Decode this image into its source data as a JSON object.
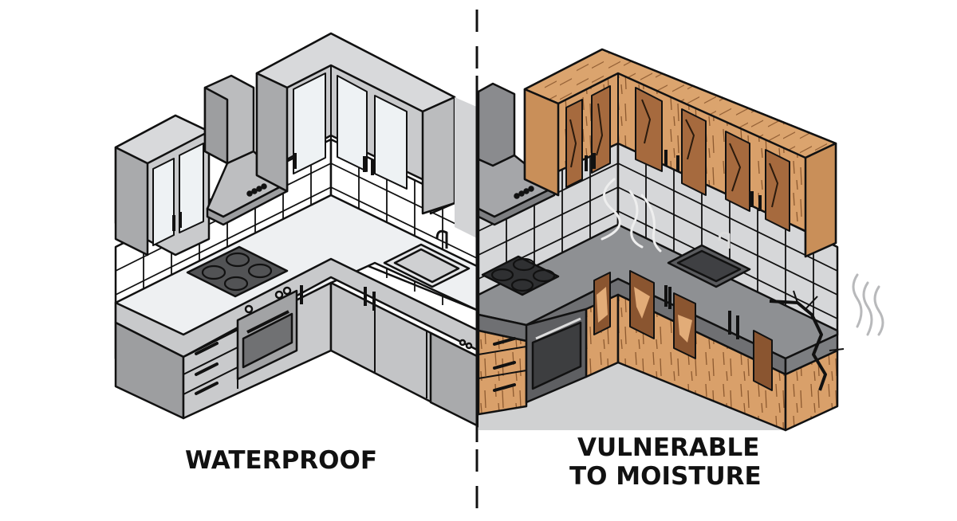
{
  "comparison": {
    "left": {
      "label": "WATERPROOF",
      "theme": "gray-waterproof-kitchen",
      "colors": {
        "cabinet": "#c9cacc",
        "cabinet_side": "#a9aaac",
        "counter": "#eef0f2",
        "tile": "#ffffff",
        "outline": "#111111"
      }
    },
    "right": {
      "label_line1": "VULNERABLE",
      "label_line2": "TO MOISTURE",
      "theme": "wood-damaged-kitchen",
      "colors": {
        "wood": "#d9a06a",
        "wood_dark": "#b97a45",
        "counter": "#8e9093",
        "damage": "#7a4a28",
        "floor": "#d0d1d2",
        "outline": "#111111"
      }
    },
    "divider": {
      "style": "dashed",
      "color": "#111111"
    }
  }
}
